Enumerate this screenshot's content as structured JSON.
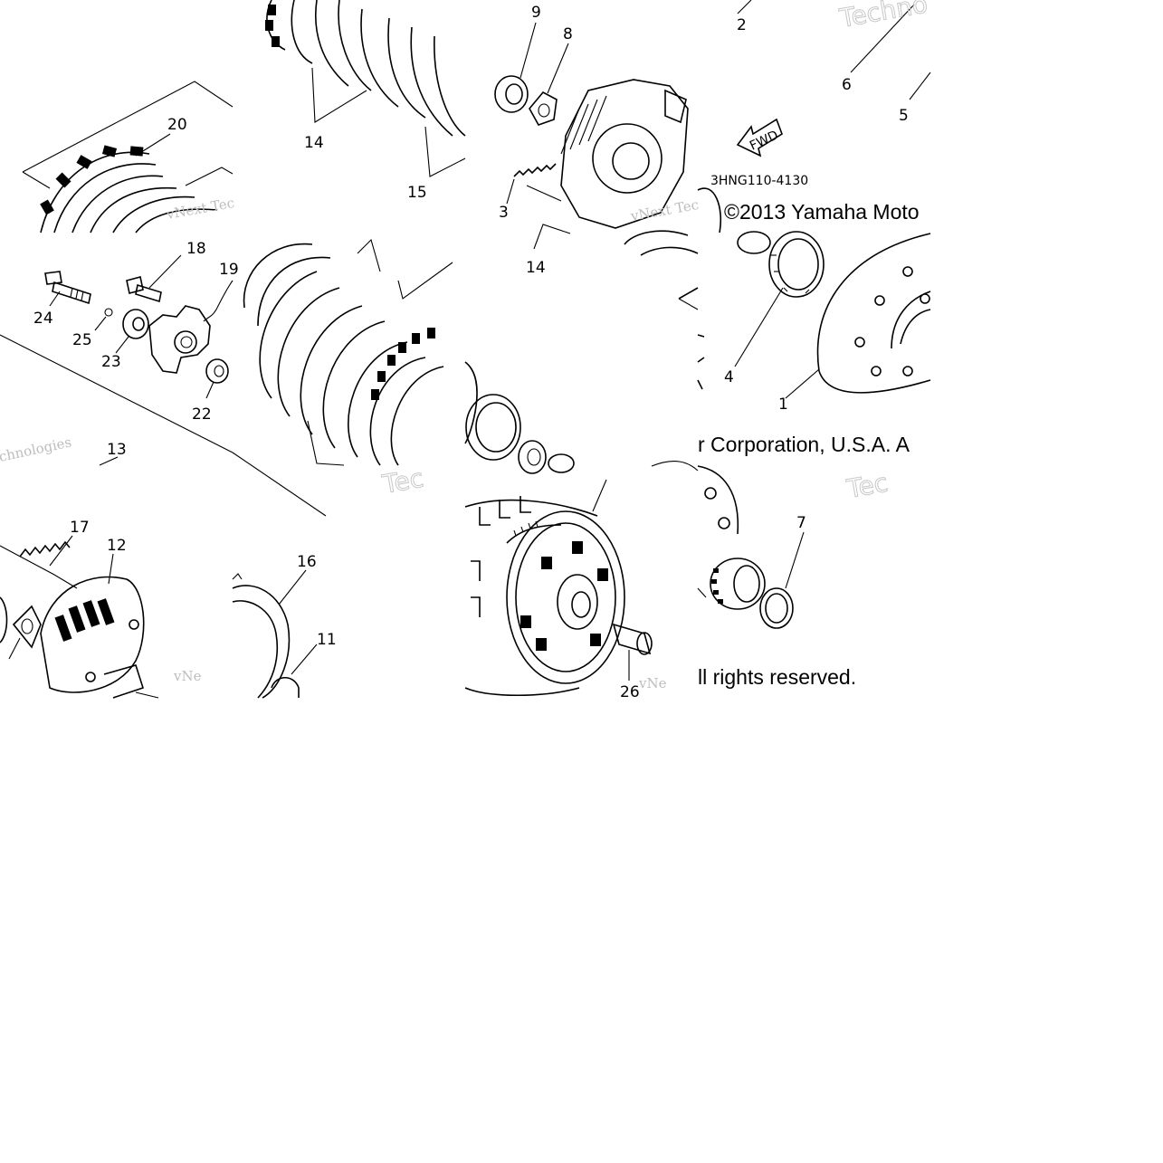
{
  "part_labels": {
    "p1": "1",
    "p2": "2",
    "p3": "3",
    "p4": "4",
    "p5": "5",
    "p6": "6",
    "p7": "7",
    "p8": "8",
    "p9": "9",
    "p11": "11",
    "p12": "12",
    "p13": "13",
    "p14a": "14",
    "p14b": "14",
    "p15": "15",
    "p16": "16",
    "p17": "17",
    "p18": "18",
    "p19": "19",
    "p20": "20",
    "p22": "22",
    "p23": "23",
    "p24": "24",
    "p25": "25",
    "p26": "26"
  },
  "diagram_code": "3HNG110-4130",
  "fwd_label": "FWD",
  "copyright_1": "©2013 Yamaha Moto",
  "copyright_2": "r Corporation, U.S.A. A",
  "copyright_3": "ll rights reserved.",
  "watermarks": {
    "w1": "vNext Tec",
    "w2": "vNext Tec",
    "w3": "Techno",
    "w4": "Tec",
    "w5": "Tec",
    "w6": "vNe",
    "w7": "vNe",
    "w8": "chnologies"
  }
}
